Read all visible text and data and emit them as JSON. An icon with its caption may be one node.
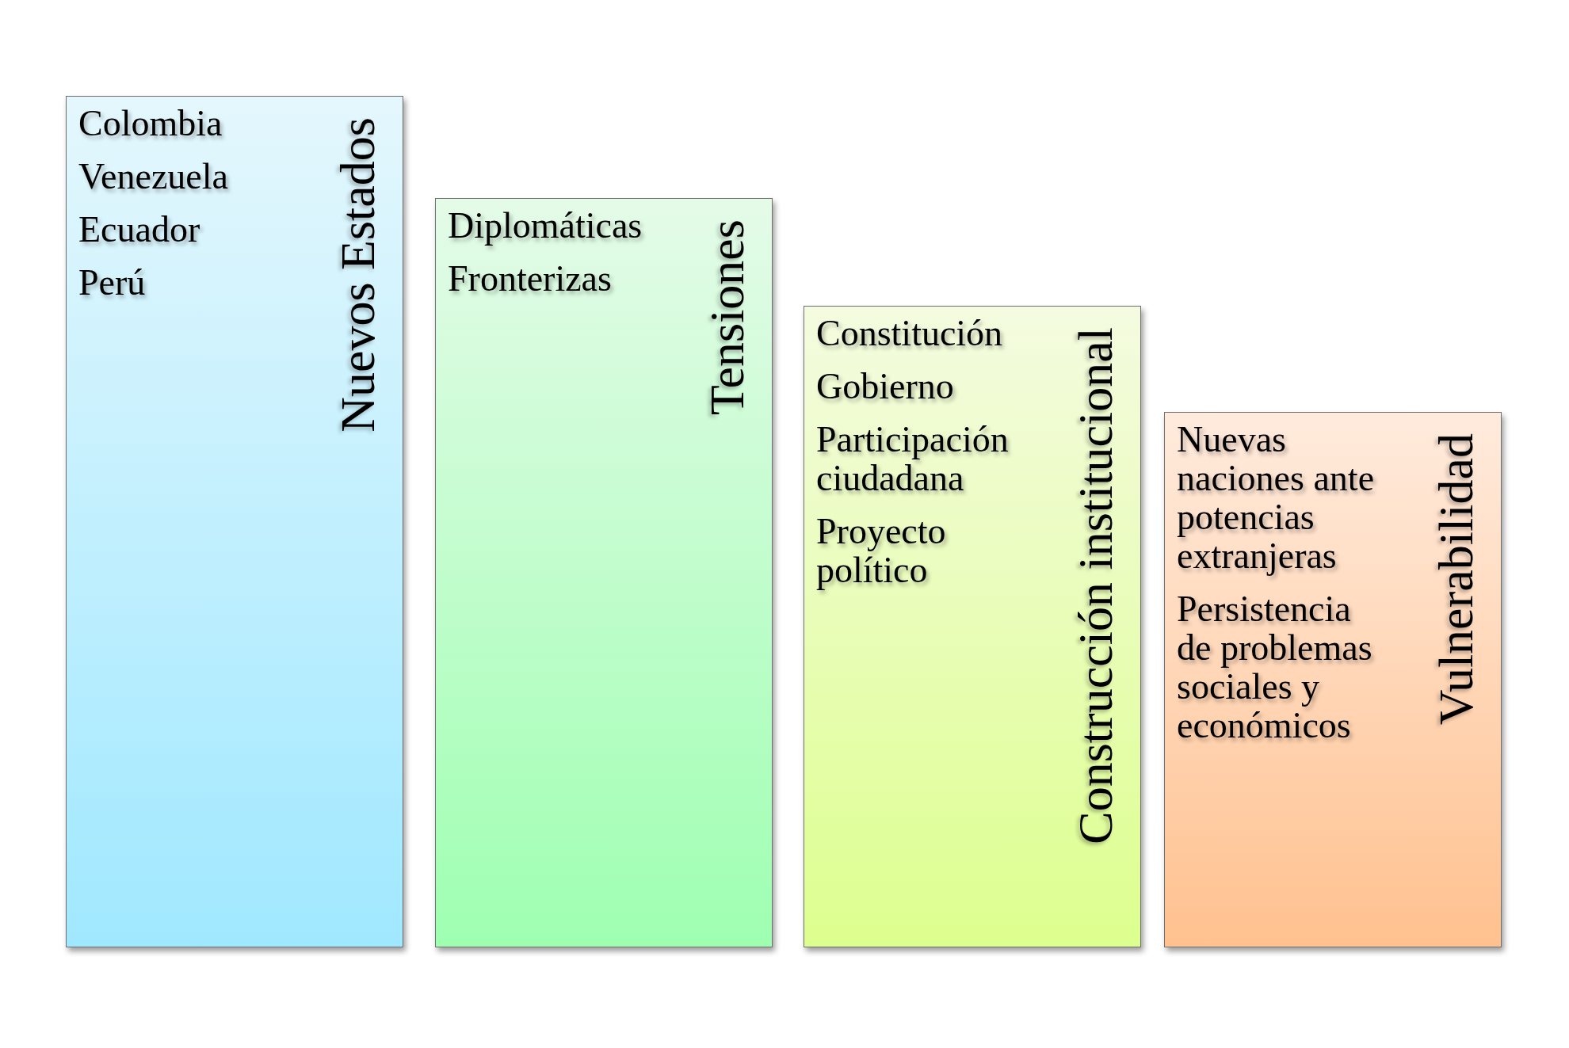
{
  "diagram": {
    "nodes": [
      {
        "text": [
          "Nuevos Estados",
          "Colombia",
          "Venezuela",
          "Ecuador",
          "Perú"
        ]
      },
      {
        "text": [
          "Tensiones",
          "Diplomáticas",
          "Fronterizas"
        ]
      },
      {
        "text": [
          "Construcción institucional",
          "Constitución",
          "Gobierno",
          "Participación ciudadana",
          "Proyecto político"
        ]
      },
      {
        "text": [
          "Vulnerabilidad",
          "Nuevas naciones ante potencias extranjeras",
          "Persistencia de problemas sociales y económicos"
        ]
      }
    ]
  }
}
